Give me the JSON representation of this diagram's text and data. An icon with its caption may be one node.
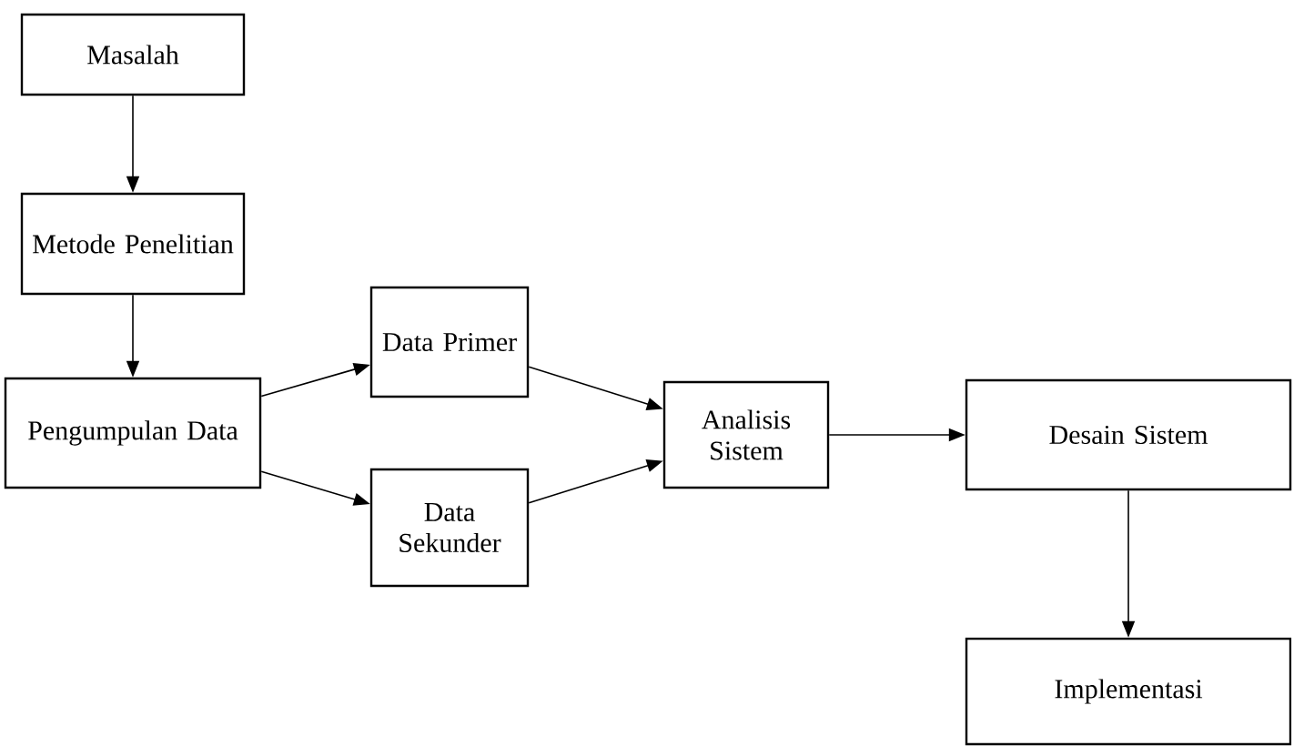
{
  "diagram": {
    "nodes": [
      {
        "text": [
          "Masalah"
        ]
      },
      {
        "text": [
          "Metode Penelitian"
        ]
      },
      {
        "text": [
          "Pengumpulan Data"
        ]
      },
      {
        "text": [
          "Data Primer"
        ]
      },
      {
        "text": [
          "Data Sekunder"
        ]
      },
      {
        "text": [
          "Analisis Sistem"
        ]
      },
      {
        "text": [
          "Desain Sistem"
        ]
      },
      {
        "text": [
          "Implementasi"
        ]
      }
    ],
    "edges": [
      {
        "from": 0,
        "to": 1,
        "arrow": "to"
      },
      {
        "from": 1,
        "to": 2,
        "arrow": "to"
      },
      {
        "from": 2,
        "to": 3,
        "arrow": "to"
      },
      {
        "from": 2,
        "to": 4,
        "arrow": "to"
      },
      {
        "from": 3,
        "to": 5,
        "arrow": "to"
      },
      {
        "from": 4,
        "to": 5,
        "arrow": "to"
      },
      {
        "from": 5,
        "to": 6,
        "arrow": "to"
      },
      {
        "from": 6,
        "to": 7,
        "arrow": "to"
      }
    ]
  }
}
